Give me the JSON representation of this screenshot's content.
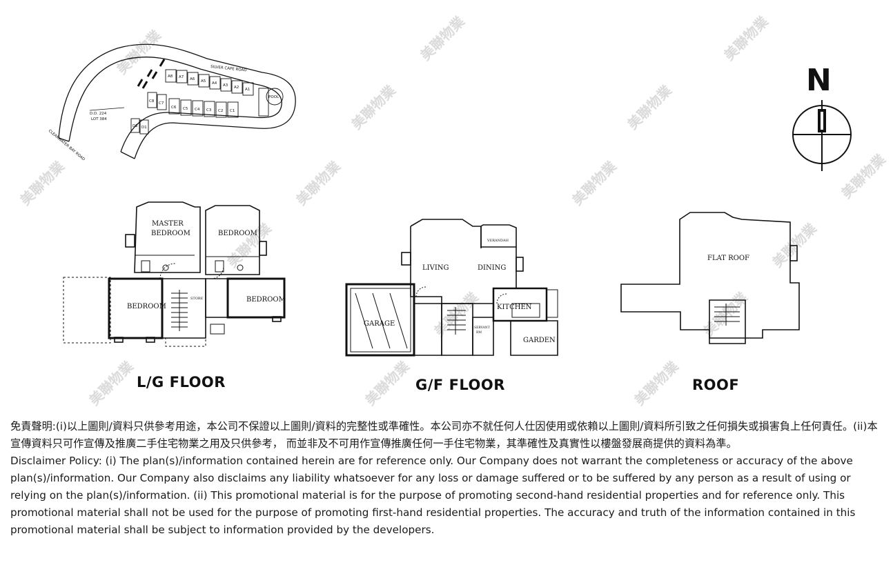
{
  "site_plan": {
    "road_top": "SILVER CAPE ROAD",
    "road_left": "CLEARWATER BAY ROAD",
    "lot_line1": "D.D. 224",
    "lot_line2": "LOT 384",
    "pool": "POOL",
    "units_a": [
      "A8",
      "A7",
      "A6",
      "A5",
      "A4",
      "A3",
      "A2",
      "A1"
    ],
    "units_c": [
      "C8",
      "C7",
      "C6",
      "C5",
      "C4",
      "C3",
      "C2",
      "C1"
    ],
    "units_d": [
      "D2",
      "D1"
    ]
  },
  "north_label": "N",
  "lg_floor": {
    "label": "L/G FLOOR",
    "rooms": {
      "master_bedroom_line1": "MASTER",
      "master_bedroom_line2": "BEDROOM",
      "bedroom_1": "BEDROOM",
      "bedroom_2": "BEDROOM",
      "bedroom_3": "BEDROOM",
      "store": "STORE"
    }
  },
  "gf_floor": {
    "label": "G/F FLOOR",
    "rooms": {
      "living": "LIVING",
      "dining": "DINING",
      "verandah": "VERANDAH",
      "kitchen": "KITCHEN",
      "garage": "GARAGE",
      "garden": "GARDEN",
      "servant_line1": "SERVANT",
      "servant_line2": "RM"
    }
  },
  "roof": {
    "label": "ROOF",
    "rooms": {
      "flat_roof": "FLAT ROOF"
    }
  },
  "watermark_text": "美聯物業",
  "disclaimer": {
    "chinese": "免責聲明:(i)以上圖則/資料只供參考用途，本公司不保證以上圖則/資料的完整性或準確性。本公司亦不就任何人仕因使用或依賴以上圖則/資料所引致之任何損失或損害負上任何責任。(ii)本宣傳資料只可作宣傳及推廣二手住宅物業之用及只供參考， 而並非及不可用作宣傳推廣任何一手住宅物業，其準確性及真實性以樓盤發展商提供的資料為準。",
    "english": "Disclaimer Policy: (i) The plan(s)/information contained herein are for reference only. Our Company does not warrant the completeness or accuracy of the above plan(s)/information. Our Company also disclaims any liability whatsoever for any loss or damage suffered or to be suffered by any person as a result of using or relying on the plan(s)/information. (ii) This promotional material is for the purpose of promoting second-hand residential properties and for reference only. This promotional material shall not be used for the purpose of promoting first-hand residential properties. The accuracy and truth of the information contained in this promotional material shall be subject to information provided by the developers."
  }
}
